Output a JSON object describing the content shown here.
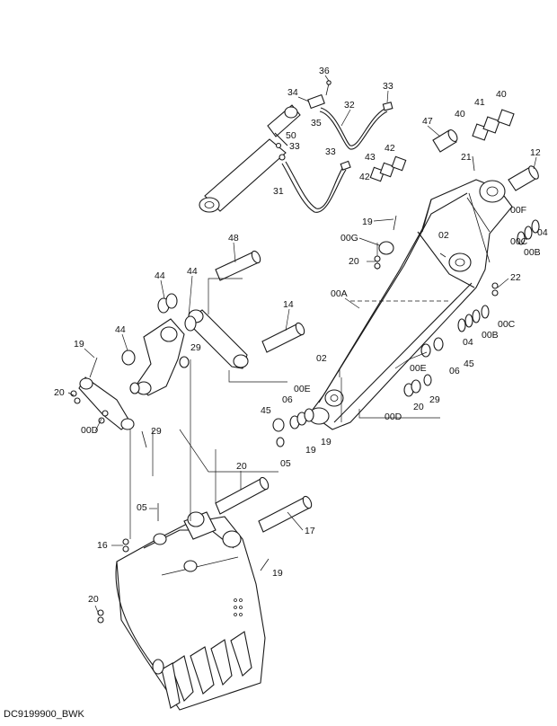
{
  "drawing_code": "DC9199900_BWK",
  "callouts": [
    "36",
    "33",
    "34",
    "35",
    "32",
    "50",
    "33",
    "33",
    "31",
    "47",
    "41",
    "40",
    "40",
    "43",
    "42",
    "42",
    "21",
    "12",
    "00F",
    "19",
    "00G",
    "02",
    "04",
    "00B",
    "00C",
    "20",
    "22",
    "48",
    "44",
    "44",
    "00A",
    "14",
    "44",
    "19",
    "29",
    "02",
    "00B",
    "00C",
    "04",
    "20",
    "06",
    "00E",
    "45",
    "06",
    "45",
    "00E",
    "00D",
    "29",
    "05",
    "00D",
    "29",
    "20",
    "19",
    "17",
    "05",
    "16",
    "19",
    "20",
    "19",
    "20"
  ]
}
